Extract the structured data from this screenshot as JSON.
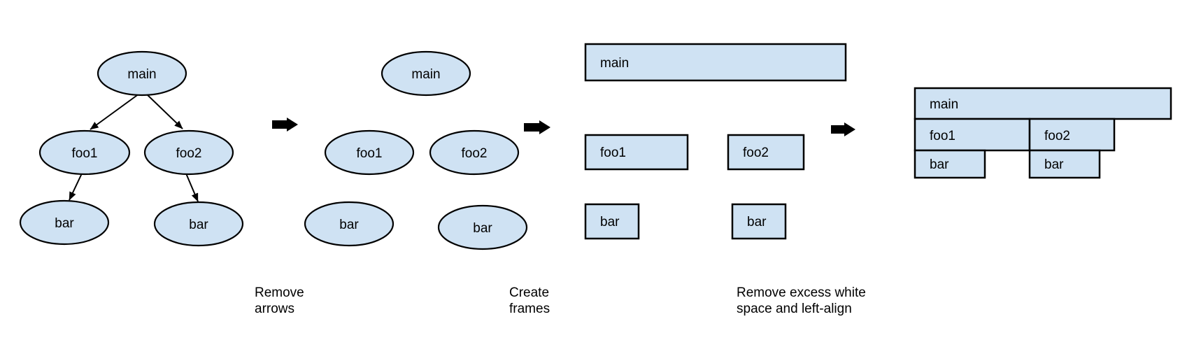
{
  "colors": {
    "node_fill": "#cfe2f3",
    "node_stroke": "#000000",
    "arrow_color": "#000000",
    "text_color": "#000000"
  },
  "panels": {
    "tree_with_arrows": {
      "main": "main",
      "foo1": "foo1",
      "foo2": "foo2",
      "bar_left": "bar",
      "bar_right": "bar"
    },
    "tree_without_arrows": {
      "main": "main",
      "foo1": "foo1",
      "foo2": "foo2",
      "bar_left": "bar",
      "bar_right": "bar"
    },
    "frames": {
      "main": "main",
      "foo1": "foo1",
      "foo2": "foo2",
      "bar_left": "bar",
      "bar_right": "bar"
    },
    "flame_graph": {
      "main": "main",
      "foo1": "foo1",
      "foo2": "foo2",
      "bar_left": "bar",
      "bar_right": "bar"
    }
  },
  "captions": {
    "step1": {
      "line1": "Remove",
      "line2": "arrows"
    },
    "step2": {
      "line1": "Create",
      "line2": "frames"
    },
    "step3": {
      "line1": "Remove excess white",
      "line2": "space and left-align"
    }
  }
}
